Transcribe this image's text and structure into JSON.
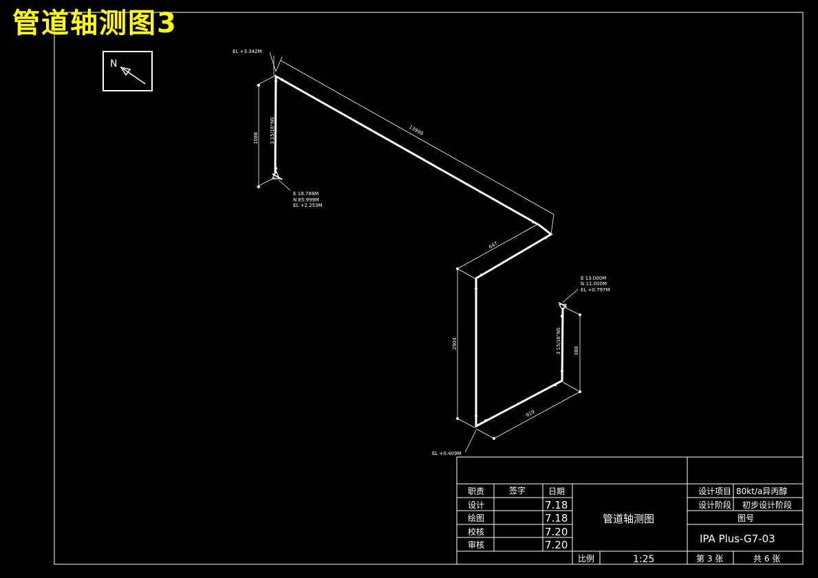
{
  "sheet_title": "管道轴测图3",
  "north_label": "N",
  "annotations": {
    "el_top": "EL +3.342M",
    "dim_top_run": "13999",
    "dim_left_vert": "1088",
    "pipe_label_left": "3 15/16\"NS",
    "coord_start_e": "E 18.788M",
    "coord_start_n": "N E5.999M",
    "coord_start_el": "EL +2.253M",
    "dim_mid": "647",
    "dim_mid_vert": "2904",
    "el_bottom": "EL +0.409M",
    "dim_bottom_run": "919",
    "coord_end_e": "E 13.000M",
    "coord_end_n": "N 11.000M",
    "coord_end_el": "EL +0.797M",
    "pipe_label_right": "3 15/16\"NS",
    "dim_right_vert": "388"
  },
  "title_block": {
    "col_role": "职责",
    "col_sign": "签字",
    "col_date": "日期",
    "rows": [
      {
        "role": "设计",
        "date": "7.18"
      },
      {
        "role": "绘图",
        "date": "7.18"
      },
      {
        "role": "校核",
        "date": "7.20"
      },
      {
        "role": "审核",
        "date": "7.20"
      }
    ],
    "drawing_name": "管道轴测图",
    "proj_label": "设计项目",
    "proj_value": "80kt/a异丙醇",
    "stage_label": "设计阶段",
    "stage_value": "初步设计阶段",
    "drawing_no_label": "图号",
    "drawing_no": "IPA Plus-G7-03",
    "scale_label": "比例",
    "scale_value": "1:25",
    "sheet_no": "第 3 张",
    "sheet_total": "共 6 张"
  }
}
